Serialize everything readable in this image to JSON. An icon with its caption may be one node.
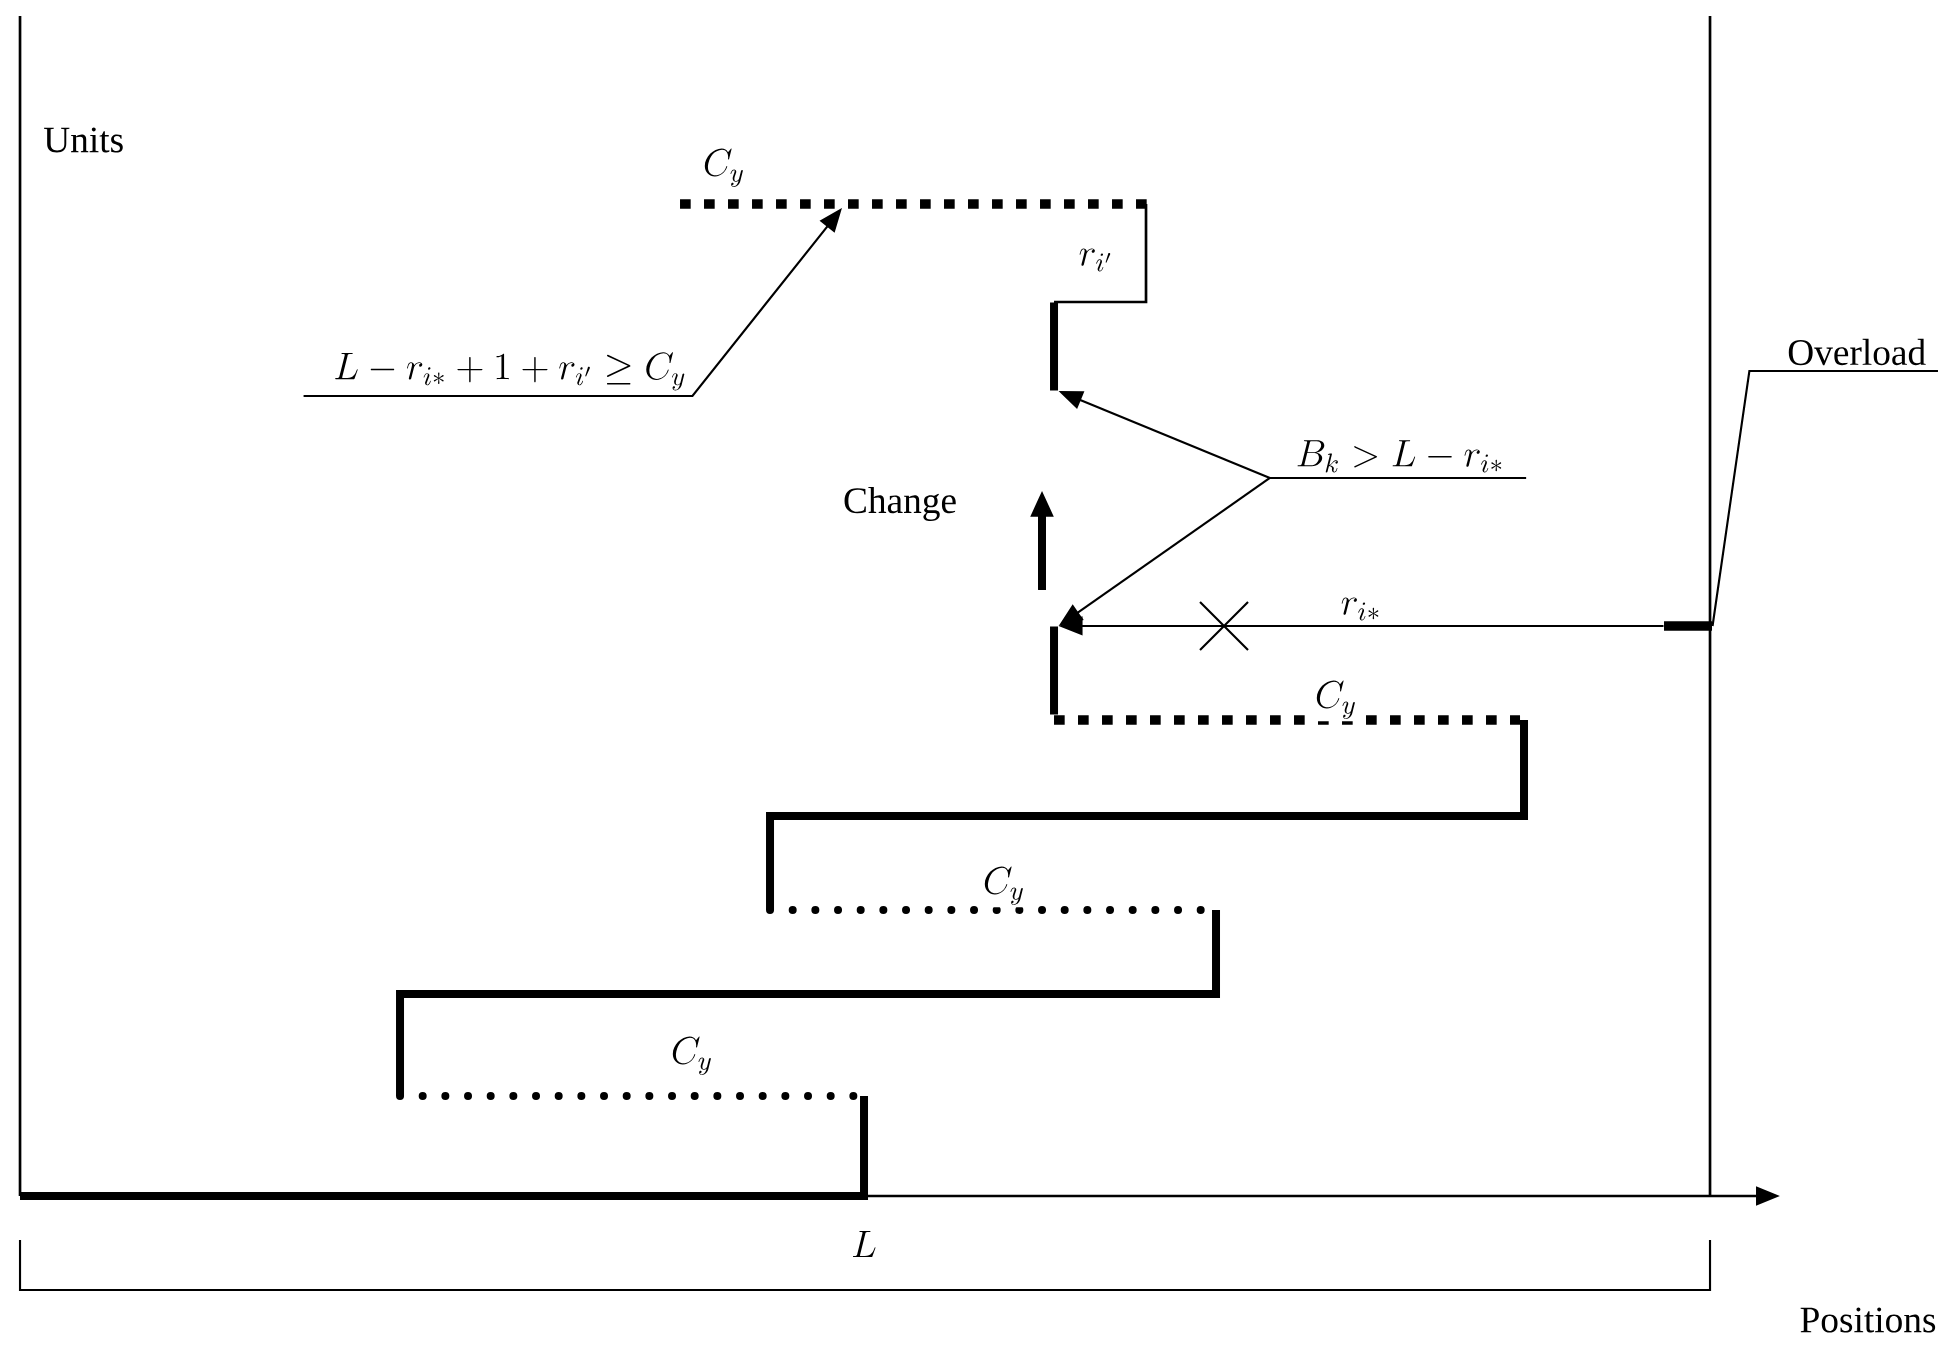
{
  "diagram": {
    "nodes": [
      {
        "text": [
          "L - r_{i*}+1+ r_{i'} \\geq C_y"
        ]
      },
      {
        "text": [],
        "shape": "bar"
      },
      {
        "text": [
          "B_k > L - r_{i*}"
        ]
      },
      {
        "text": [],
        "shape": "bar"
      },
      {
        "text": [],
        "shape": "bar"
      },
      {
        "text": [
          "Overload"
        ]
      },
      {
        "text": [],
        "shape": "bar"
      }
    ],
    "edges": [
      {
        "from": 0,
        "to": 1,
        "arrow": "to"
      },
      {
        "from": 2,
        "to": 3,
        "arrow": "to"
      },
      {
        "from": 2,
        "to": 4,
        "arrow": "to"
      },
      {
        "from": 5,
        "to": 6,
        "arrow": "none"
      },
      {
        "from": 6,
        "to": 4,
        "arrow": "to",
        "label": "r_{i*}"
      }
    ],
    "labels": [
      "Units",
      "C_y",
      "r_{i'}",
      "Change",
      "C_y",
      "C_y",
      "C_y",
      "L",
      "Positions"
    ]
  }
}
